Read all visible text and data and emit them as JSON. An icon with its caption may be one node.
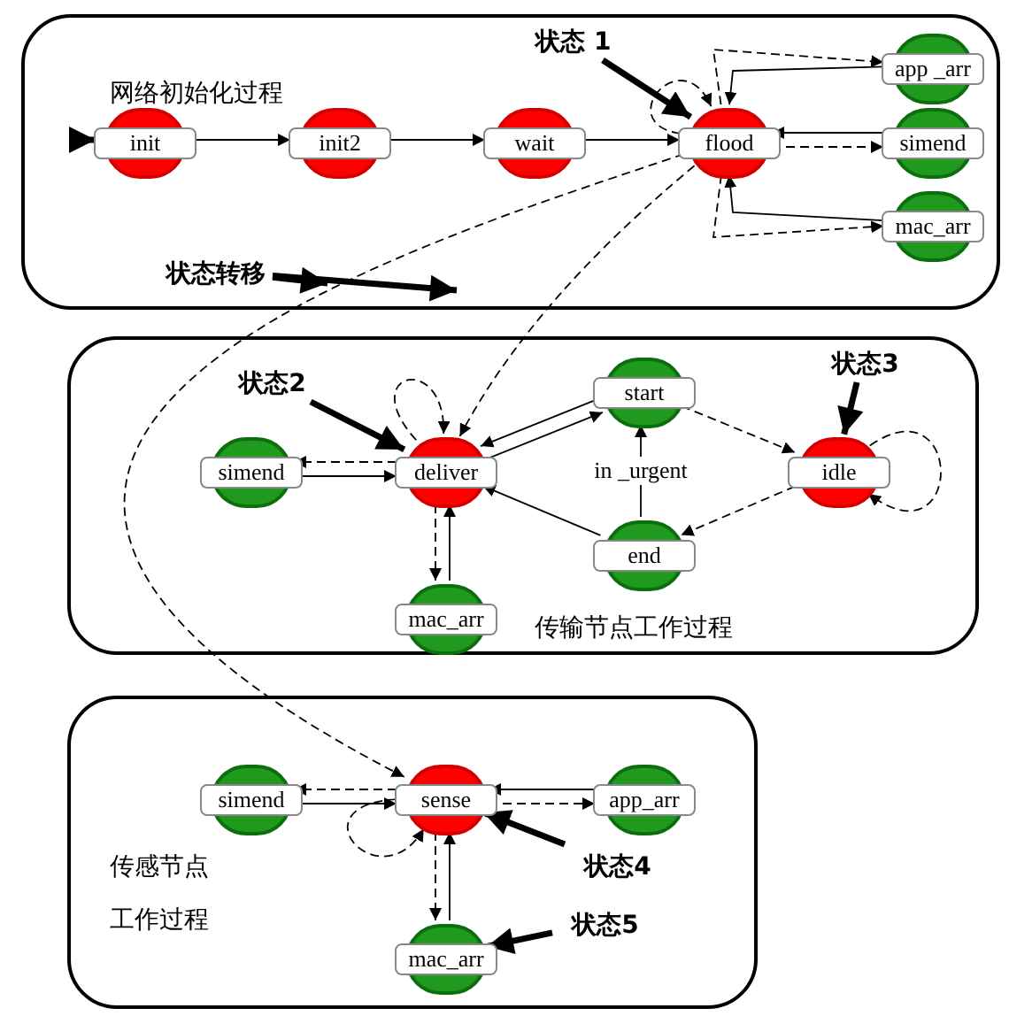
{
  "diagram": {
    "nodes": [
      {
        "text": [
          "网络初始化过程"
        ]
      },
      {
        "text": [
          "init"
        ],
        "in": 0
      },
      {
        "text": [
          "init2"
        ],
        "in": 0
      },
      {
        "text": [
          "wait"
        ],
        "in": 0
      },
      {
        "text": [
          "flood"
        ],
        "in": 0
      },
      {
        "text": [
          "app _arr"
        ],
        "in": 0
      },
      {
        "text": [
          "simend"
        ],
        "in": 0
      },
      {
        "text": [
          "mac_arr"
        ],
        "in": 0
      },
      {
        "text": [
          "传输节点工作过程"
        ]
      },
      {
        "text": [
          "simend"
        ],
        "in": 8
      },
      {
        "text": [
          "deliver"
        ],
        "in": 8
      },
      {
        "text": [
          "start"
        ],
        "in": 8
      },
      {
        "text": [
          "end"
        ],
        "in": 8
      },
      {
        "text": [
          "idle"
        ],
        "in": 8
      },
      {
        "text": [
          "mac_arr"
        ],
        "in": 8
      },
      {
        "text": [
          "传感节点工作过程"
        ]
      },
      {
        "text": [
          "simend"
        ],
        "in": 15
      },
      {
        "text": [
          "sense"
        ],
        "in": 15
      },
      {
        "text": [
          "app_arr"
        ],
        "in": 15
      },
      {
        "text": [
          "mac_arr"
        ],
        "in": 15
      },
      {
        "text": [
          "状态 1"
        ],
        "in": 0
      },
      {
        "text": [
          "状态转移"
        ],
        "in": 0
      },
      {
        "text": [
          "状态2"
        ],
        "in": 8
      },
      {
        "text": [
          "状态3"
        ],
        "in": 8
      },
      {
        "text": [
          "状态4"
        ],
        "in": 15
      },
      {
        "text": [
          "状态5"
        ],
        "in": 15
      }
    ],
    "edges": [
      {
        "from": null,
        "to": 1,
        "arrow": "to",
        "style": "thick"
      },
      {
        "from": 1,
        "to": 2,
        "arrow": "to"
      },
      {
        "from": 2,
        "to": 3,
        "arrow": "to"
      },
      {
        "from": 3,
        "to": 4,
        "arrow": "to"
      },
      {
        "from": 4,
        "to": 4,
        "arrow": "to",
        "style": "dashed"
      },
      {
        "from": 4,
        "to": 5,
        "arrow": "to",
        "style": "dashed"
      },
      {
        "from": 5,
        "to": 4,
        "arrow": "to"
      },
      {
        "from": 4,
        "to": 6,
        "arrow": "to",
        "style": "dashed"
      },
      {
        "from": 6,
        "to": 4,
        "arrow": "to"
      },
      {
        "from": 4,
        "to": 7,
        "arrow": "to",
        "style": "dashed"
      },
      {
        "from": 7,
        "to": 4,
        "arrow": "to"
      },
      {
        "from": 4,
        "to": 10,
        "arrow": "to",
        "style": "dashed"
      },
      {
        "from": 4,
        "to": 17,
        "arrow": "to",
        "style": "dashed"
      },
      {
        "from": 10,
        "to": 10,
        "arrow": "to",
        "style": "dashed"
      },
      {
        "from": 10,
        "to": 9,
        "arrow": "to",
        "style": "dashed"
      },
      {
        "from": 9,
        "to": 10,
        "arrow": "to"
      },
      {
        "from": 10,
        "to": 14,
        "arrow": "to",
        "style": "dashed"
      },
      {
        "from": 14,
        "to": 10,
        "arrow": "to"
      },
      {
        "from": 10,
        "to": 11,
        "arrow": "to"
      },
      {
        "from": 11,
        "to": 10,
        "arrow": "to"
      },
      {
        "from": 11,
        "to": 13,
        "arrow": "to",
        "style": "dashed"
      },
      {
        "from": 13,
        "to": 13,
        "arrow": "to",
        "style": "dashed"
      },
      {
        "from": 13,
        "to": 12,
        "arrow": "to",
        "style": "dashed"
      },
      {
        "from": 12,
        "to": 10,
        "arrow": "to"
      },
      {
        "from": 12,
        "to": 11,
        "arrow": "to",
        "label": "in _urgent"
      },
      {
        "from": 17,
        "to": 16,
        "arrow": "to",
        "style": "dashed"
      },
      {
        "from": 16,
        "to": 17,
        "arrow": "to"
      },
      {
        "from": 17,
        "to": 18,
        "arrow": "to",
        "style": "dashed"
      },
      {
        "from": 18,
        "to": 17,
        "arrow": "to"
      },
      {
        "from": 17,
        "to": 19,
        "arrow": "to",
        "style": "dashed"
      },
      {
        "from": 19,
        "to": 17,
        "arrow": "to"
      },
      {
        "from": 17,
        "to": 17,
        "arrow": "to",
        "style": "dashed"
      },
      {
        "from": 20,
        "to": 4,
        "arrow": "to",
        "style": "thick"
      },
      {
        "from": 21,
        "to": null,
        "arrow": "to",
        "style": "thick"
      },
      {
        "from": 21,
        "to": null,
        "arrow": "to",
        "style": "thick"
      },
      {
        "from": 22,
        "to": 10,
        "arrow": "to",
        "style": "thick"
      },
      {
        "from": 23,
        "to": 13,
        "arrow": "to",
        "style": "thick"
      },
      {
        "from": 24,
        "to": 17,
        "arrow": "to",
        "style": "thick"
      },
      {
        "from": 25,
        "to": 19,
        "arrow": "to",
        "style": "thick"
      }
    ]
  }
}
